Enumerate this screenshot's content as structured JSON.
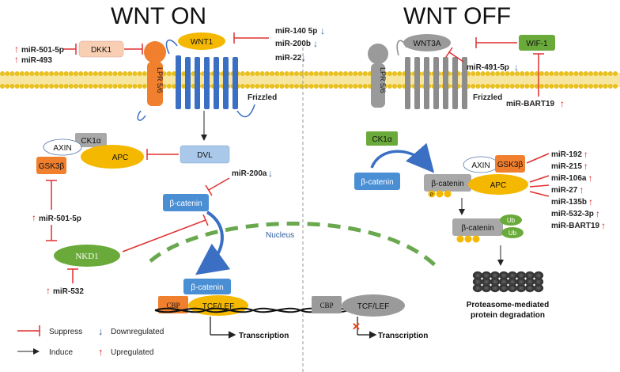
{
  "titles": {
    "on": "WNT ON",
    "off": "WNT OFF"
  },
  "on": {
    "wnt1": "WNT1",
    "dkk1": "DKK1",
    "lrp": "LPR 5/6",
    "frizzled": "Frizzled",
    "dvl": "DVL",
    "ck1a": "CK1α",
    "axin": "AXIN",
    "apc": "APC",
    "gsk3b": "GSK3β",
    "beta_catenin": "β-catenin",
    "nkd1": "NKD1",
    "nucleus": "Nucleus",
    "nuc_beta_catenin": "β-catenin",
    "cbp": "CBP",
    "tcf": "TCF/LEF",
    "transcription": "Transcription"
  },
  "off": {
    "wnt3a": "WNT3A",
    "wif1": "WIF-1",
    "lrp": "LPR 5/6",
    "frizzled": "Frizzled",
    "ck1a": "CK1α",
    "beta_catenin": "β-catenin",
    "axin": "AXIN",
    "gsk3b": "GSK3β",
    "complex_beta_catenin": "β-catenin",
    "apc": "APC",
    "p": "P",
    "ub_beta_catenin": "β-catenin",
    "ub": "Ub",
    "proteasome_line1": "Proteasome-mediated",
    "proteasome_line2": "protein degradation",
    "cbp": "CBP",
    "tcf": "TCF/LEF",
    "transcription": "Transcription"
  },
  "mirnas": {
    "mir501_5p_top": "miR-501-5p",
    "mir493": "miR-493",
    "mir140": "miR-140 5p",
    "mir200b": "miR-200b",
    "mir22": "miR-22",
    "mir200a": "miR-200a",
    "mir501_5p_mid": "miR-501-5p",
    "mir532": "miR-532",
    "mir491": "miR-491-5p",
    "mirbart19_wif": "miR-BART19",
    "off_list": [
      "miR-192",
      "miR-215",
      "miR-106a",
      "miR-27",
      "miR-135b",
      "miR-532-3p",
      "miR-BART19"
    ]
  },
  "legend": {
    "suppress": "Suppress",
    "induce": "Induce",
    "downregulated": "Downregulated",
    "upregulated": "Upregulated"
  },
  "colors": {
    "membrane": "#e8c020",
    "frizzled": "#3a6fc4",
    "lrp_on": "#f07f2e",
    "wnt": "#f5b800",
    "inhibit": "#e03030",
    "down_arrow": "#2e5c9e",
    "up_arrow": "#e02020",
    "nucleus": "#6aa84f",
    "dvl": "#a9c8ea",
    "gray": "#9a9a9a",
    "wif": "#6aaa3a"
  }
}
